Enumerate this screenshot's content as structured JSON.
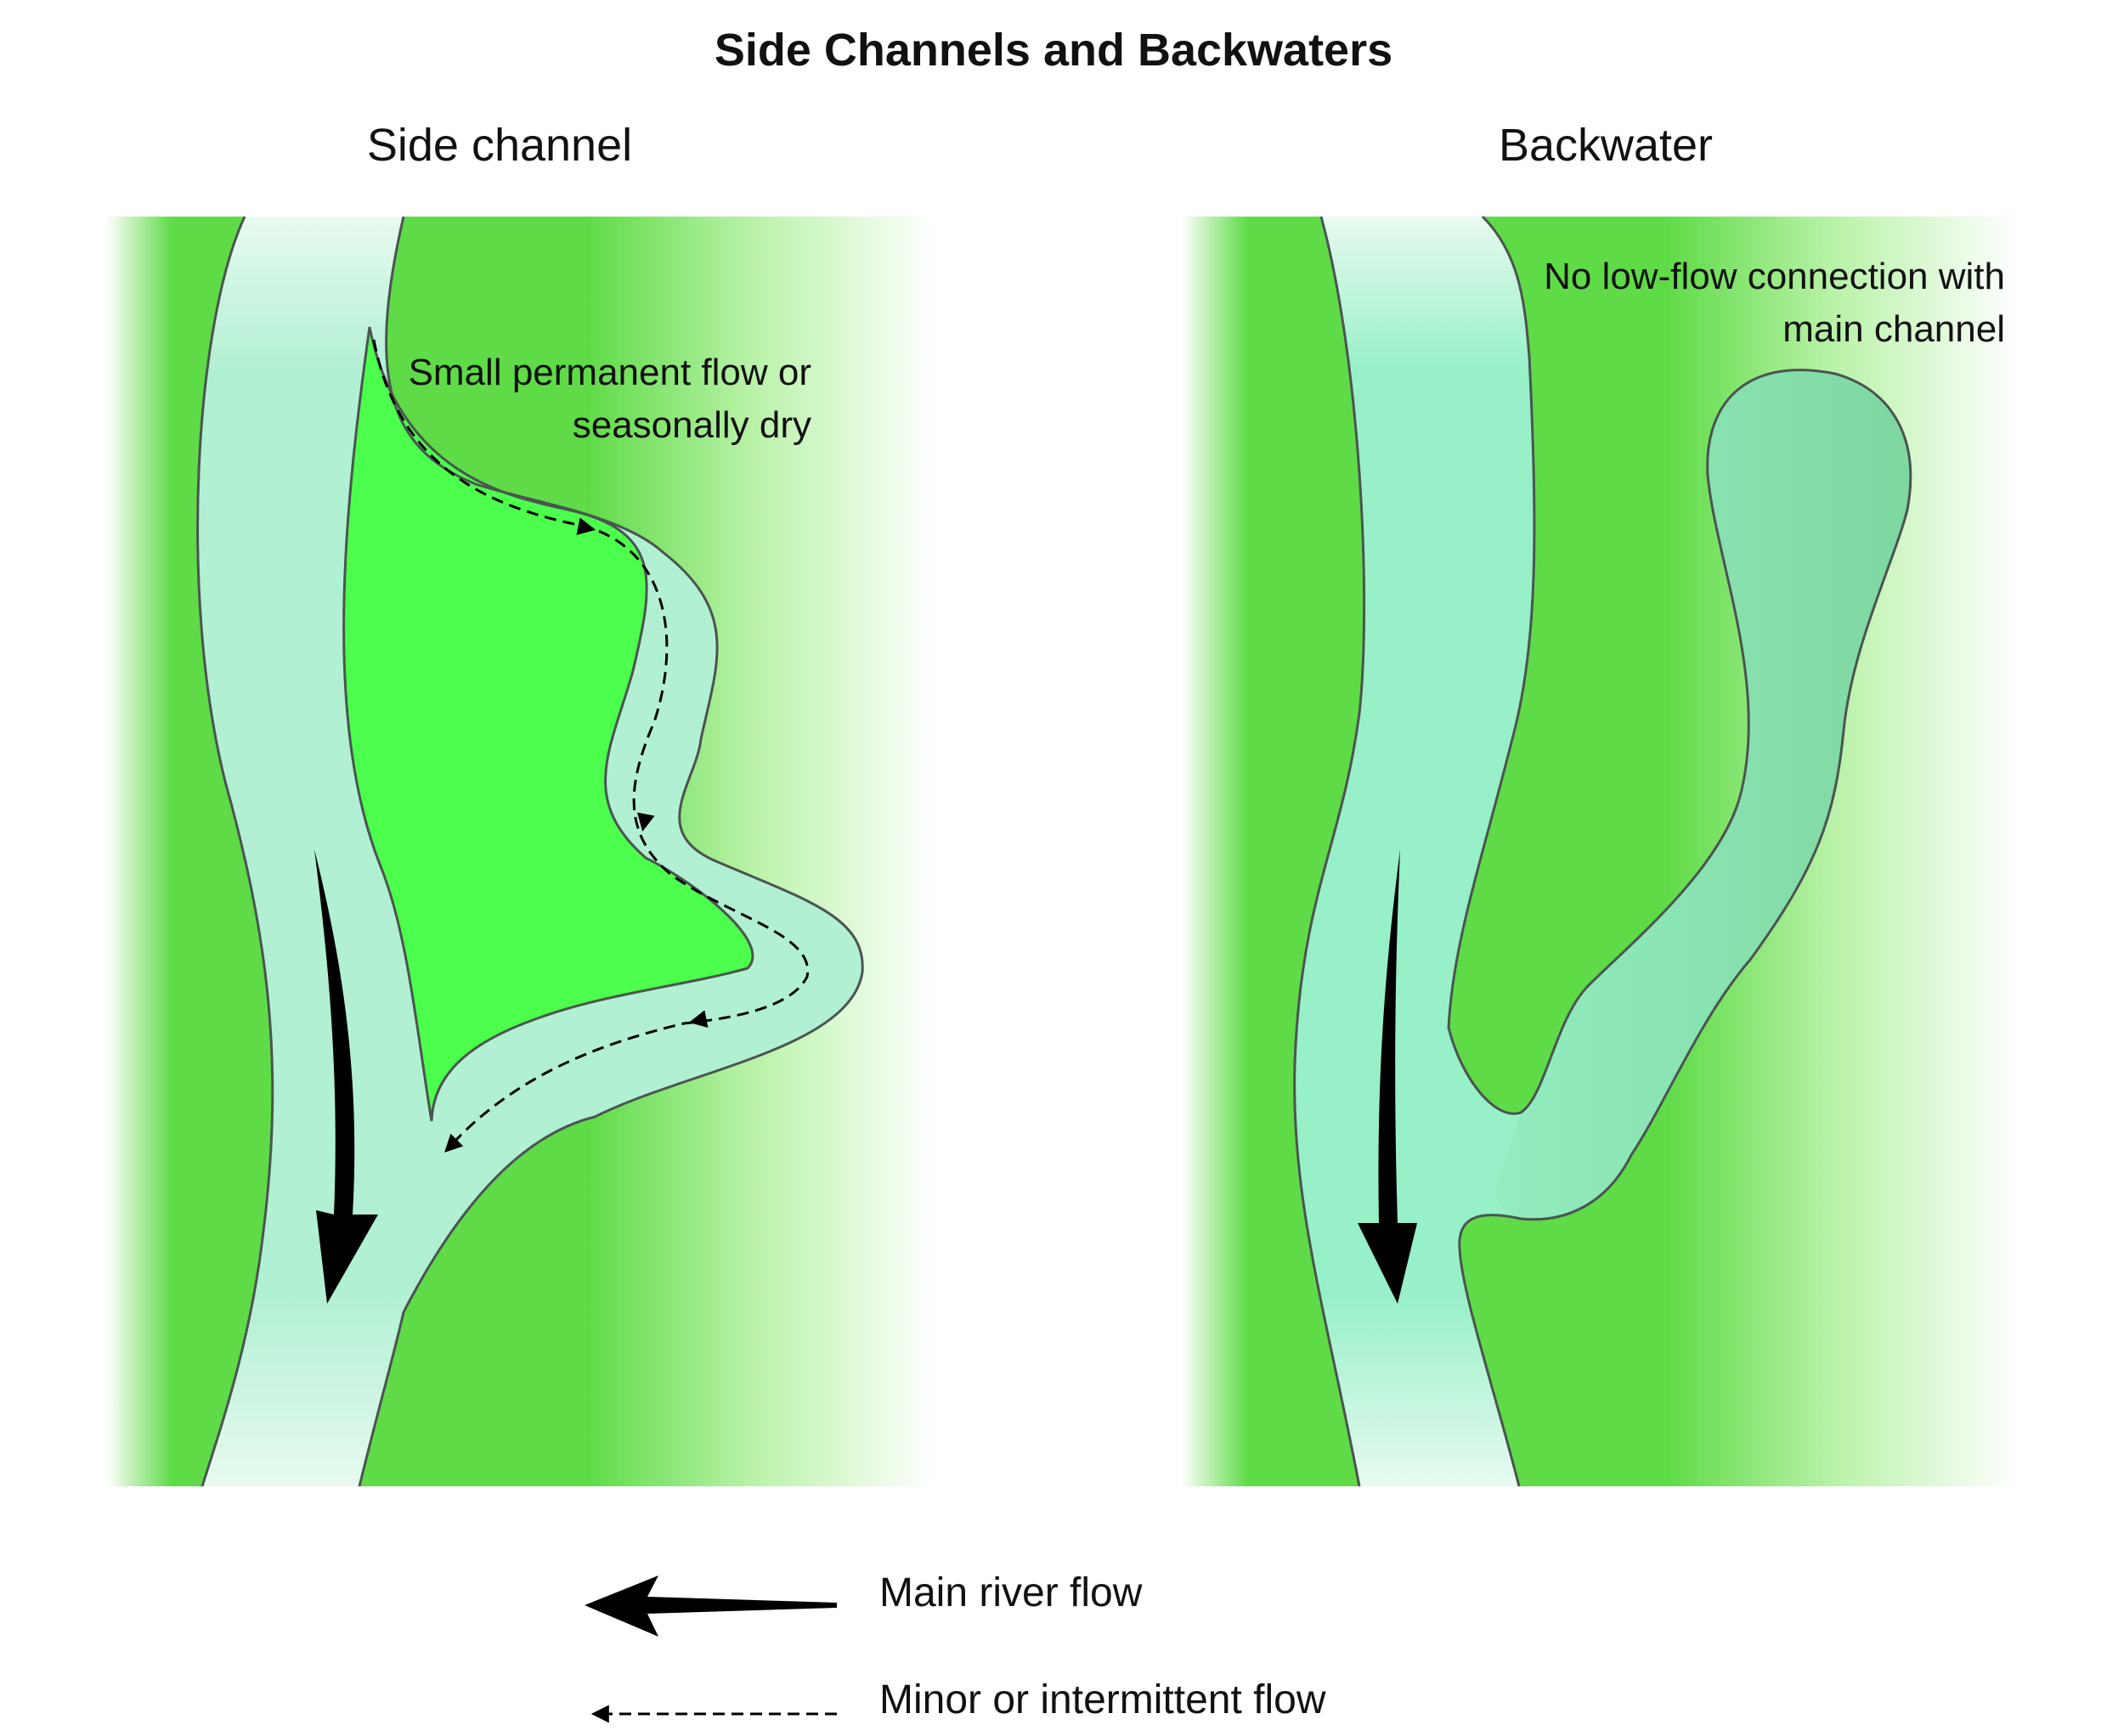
{
  "title": "Side Channels and Backwaters",
  "panels": {
    "left": {
      "title": "Side channel",
      "note": "Small permanent flow or seasonally dry"
    },
    "right": {
      "title": "Backwater",
      "note": "No low-flow connection with main channel"
    }
  },
  "legend": {
    "main_flow": "Main river flow",
    "minor_flow": "Minor or intermittent flow"
  },
  "colors": {
    "land": "#5fdb47",
    "island": "#4cff4c",
    "water": "#aef0d2",
    "backwater": "#7edca0",
    "outline": "#4a5550"
  }
}
